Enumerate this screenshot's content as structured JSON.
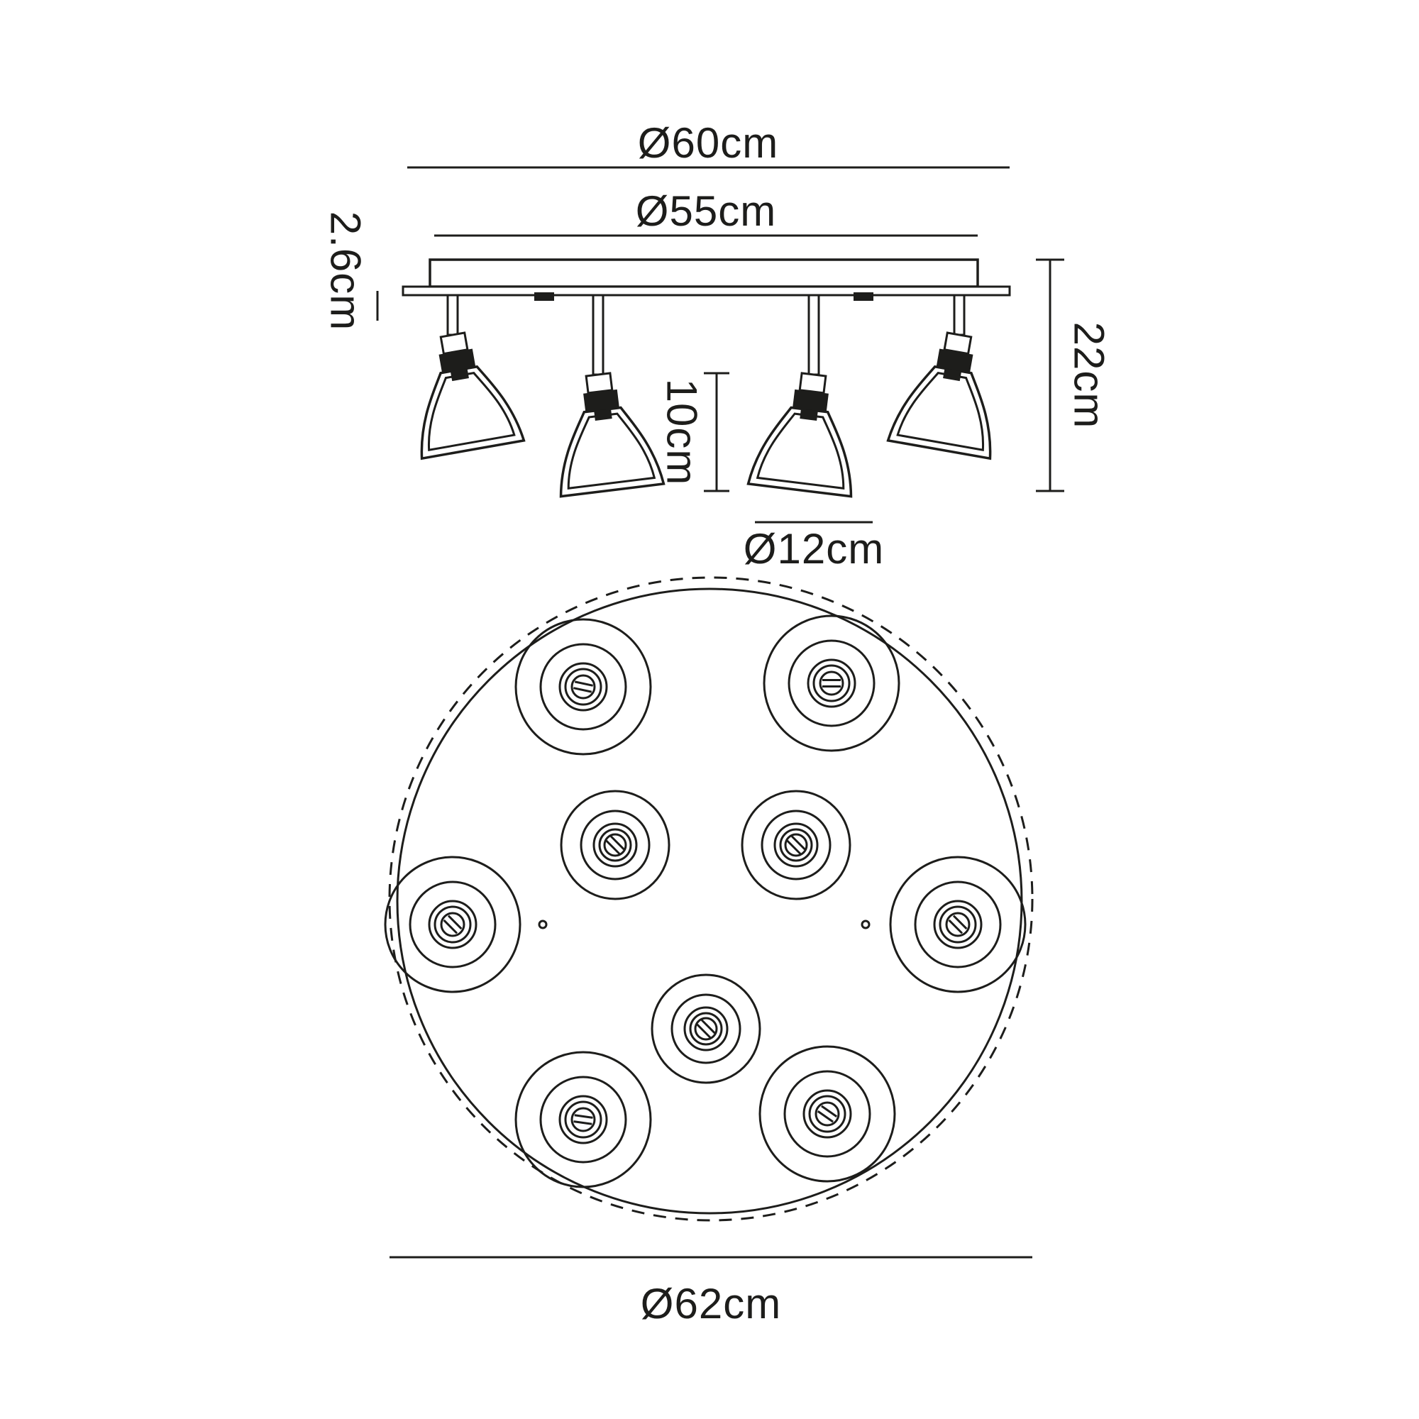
{
  "page": {
    "background_color": "#ffffff",
    "line_color": "#1d1d1b",
    "description": "Technical dimension drawing of a multi-spotlight ceiling light fixture, side elevation view above and circular plan view below"
  },
  "side_view": {
    "labels": {
      "outer_plate_diameter": "Ø60cm",
      "inner_plate_diameter": "Ø55cm",
      "plate_thickness": "2.6cm",
      "fitting_height": "22cm",
      "shade_height": "10cm",
      "shade_diameter": "Ø12cm"
    }
  },
  "plan_view": {
    "labels": {
      "overall_diameter": "Ø62cm"
    }
  },
  "icons": {
    "screw_slot": "flat-head-screw-slot",
    "spotlight_rings": "concentric-spotlight-circles"
  }
}
